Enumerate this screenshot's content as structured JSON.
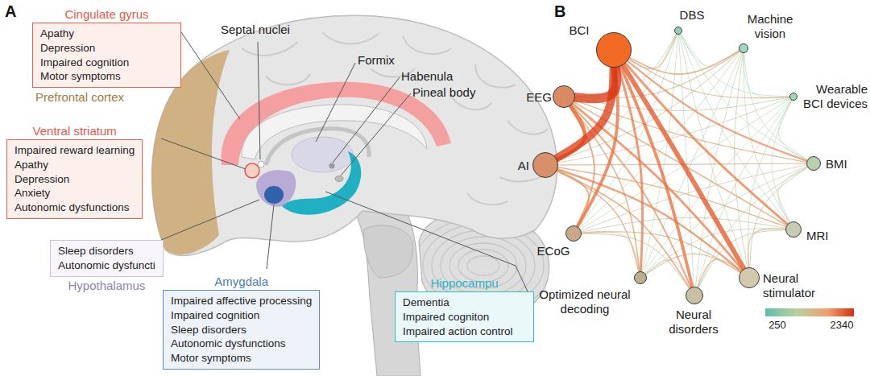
{
  "diagram": {
    "nodes": [
      {
        "text": [
          "Cingulate gyrus",
          "Apathy",
          "Depression",
          "Impaired cognition",
          "Motor symptoms"
        ]
      },
      {
        "text": [
          "Ventral striatum",
          "Impaired reward learning",
          "Apathy",
          "Depression",
          "Anxiety",
          "Autonomic dysfunctions"
        ]
      },
      {
        "text": [
          "Hypothalamus",
          "Sleep disorders",
          "Autonomic dysfuncti"
        ]
      },
      {
        "text": [
          "Amygdala",
          "Impaired affective processing",
          "Impaired cognition",
          "Sleep disorders",
          "Autonomic dysfunctions",
          "Motor symptoms"
        ]
      },
      {
        "text": [
          "Hippocampu",
          "Dementia",
          "Impaired cogniton",
          "Impaired action control"
        ]
      },
      {
        "text": [
          "BCI"
        ]
      },
      {
        "text": [
          "DBS"
        ]
      },
      {
        "text": [
          "Machine vision"
        ]
      },
      {
        "text": [
          "Wearable BCI devices"
        ]
      },
      {
        "text": [
          "BMI"
        ]
      },
      {
        "text": [
          "MRI"
        ]
      },
      {
        "text": [
          "Neural stimulator"
        ]
      },
      {
        "text": [
          "Neural disorders"
        ]
      },
      {
        "text": [
          "Optimized neural decoding"
        ]
      },
      {
        "text": [
          "ECoG"
        ]
      },
      {
        "text": [
          "AI"
        ]
      },
      {
        "text": [
          "EEG"
        ]
      }
    ],
    "edges": [
      {
        "from": 5,
        "to": 6,
        "arrow": "none"
      },
      {
        "from": 5,
        "to": 7,
        "arrow": "none"
      },
      {
        "from": 5,
        "to": 8,
        "arrow": "none"
      },
      {
        "from": 5,
        "to": 9,
        "arrow": "none"
      },
      {
        "from": 5,
        "to": 10,
        "arrow": "none"
      },
      {
        "from": 5,
        "to": 11,
        "arrow": "none"
      },
      {
        "from": 5,
        "to": 12,
        "arrow": "none"
      },
      {
        "from": 5,
        "to": 13,
        "arrow": "none"
      },
      {
        "from": 5,
        "to": 14,
        "arrow": "none"
      },
      {
        "from": 5,
        "to": 15,
        "arrow": "none"
      },
      {
        "from": 5,
        "to": 16,
        "arrow": "none"
      },
      {
        "from": 6,
        "to": 7,
        "arrow": "none"
      },
      {
        "from": 6,
        "to": 8,
        "arrow": "none"
      },
      {
        "from": 6,
        "to": 9,
        "arrow": "none"
      },
      {
        "from": 6,
        "to": 10,
        "arrow": "none"
      },
      {
        "from": 6,
        "to": 11,
        "arrow": "none"
      },
      {
        "from": 6,
        "to": 12,
        "arrow": "none"
      },
      {
        "from": 6,
        "to": 13,
        "arrow": "none"
      },
      {
        "from": 6,
        "to": 14,
        "arrow": "none"
      },
      {
        "from": 6,
        "to": 15,
        "arrow": "none"
      },
      {
        "from": 6,
        "to": 16,
        "arrow": "none"
      },
      {
        "from": 7,
        "to": 8,
        "arrow": "none"
      },
      {
        "from": 7,
        "to": 9,
        "arrow": "none"
      },
      {
        "from": 7,
        "to": 10,
        "arrow": "none"
      },
      {
        "from": 7,
        "to": 11,
        "arrow": "none"
      },
      {
        "from": 7,
        "to": 12,
        "arrow": "none"
      },
      {
        "from": 7,
        "to": 13,
        "arrow": "none"
      },
      {
        "from": 7,
        "to": 14,
        "arrow": "none"
      },
      {
        "from": 7,
        "to": 15,
        "arrow": "none"
      },
      {
        "from": 7,
        "to": 16,
        "arrow": "none"
      },
      {
        "from": 8,
        "to": 9,
        "arrow": "none"
      },
      {
        "from": 8,
        "to": 10,
        "arrow": "none"
      },
      {
        "from": 8,
        "to": 11,
        "arrow": "none"
      },
      {
        "from": 8,
        "to": 12,
        "arrow": "none"
      },
      {
        "from": 8,
        "to": 13,
        "arrow": "none"
      },
      {
        "from": 8,
        "to": 14,
        "arrow": "none"
      },
      {
        "from": 8,
        "to": 15,
        "arrow": "none"
      },
      {
        "from": 8,
        "to": 16,
        "arrow": "none"
      },
      {
        "from": 9,
        "to": 10,
        "arrow": "none"
      },
      {
        "from": 9,
        "to": 11,
        "arrow": "none"
      },
      {
        "from": 9,
        "to": 12,
        "arrow": "none"
      },
      {
        "from": 9,
        "to": 13,
        "arrow": "none"
      },
      {
        "from": 9,
        "to": 14,
        "arrow": "none"
      },
      {
        "from": 9,
        "to": 15,
        "arrow": "none"
      },
      {
        "from": 9,
        "to": 16,
        "arrow": "none"
      },
      {
        "from": 10,
        "to": 11,
        "arrow": "none"
      },
      {
        "from": 10,
        "to": 12,
        "arrow": "none"
      },
      {
        "from": 10,
        "to": 13,
        "arrow": "none"
      },
      {
        "from": 10,
        "to": 14,
        "arrow": "none"
      },
      {
        "from": 10,
        "to": 15,
        "arrow": "none"
      },
      {
        "from": 10,
        "to": 16,
        "arrow": "none"
      },
      {
        "from": 11,
        "to": 12,
        "arrow": "none"
      },
      {
        "from": 11,
        "to": 13,
        "arrow": "none"
      },
      {
        "from": 11,
        "to": 14,
        "arrow": "none"
      },
      {
        "from": 11,
        "to": 15,
        "arrow": "none"
      },
      {
        "from": 11,
        "to": 16,
        "arrow": "none"
      },
      {
        "from": 12,
        "to": 13,
        "arrow": "none"
      },
      {
        "from": 12,
        "to": 14,
        "arrow": "none"
      },
      {
        "from": 12,
        "to": 15,
        "arrow": "none"
      },
      {
        "from": 12,
        "to": 16,
        "arrow": "none"
      },
      {
        "from": 13,
        "to": 14,
        "arrow": "none"
      },
      {
        "from": 13,
        "to": 15,
        "arrow": "none"
      },
      {
        "from": 13,
        "to": 16,
        "arrow": "none"
      },
      {
        "from": 14,
        "to": 15,
        "arrow": "none"
      },
      {
        "from": 14,
        "to": 16,
        "arrow": "none"
      },
      {
        "from": 15,
        "to": 16,
        "arrow": "none"
      }
    ],
    "labels": [
      "A",
      "B",
      "Prefrontal cortex",
      "Septal nuclei",
      "Formix",
      "Habenula",
      "Pineal body",
      "250",
      "2340"
    ]
  }
}
